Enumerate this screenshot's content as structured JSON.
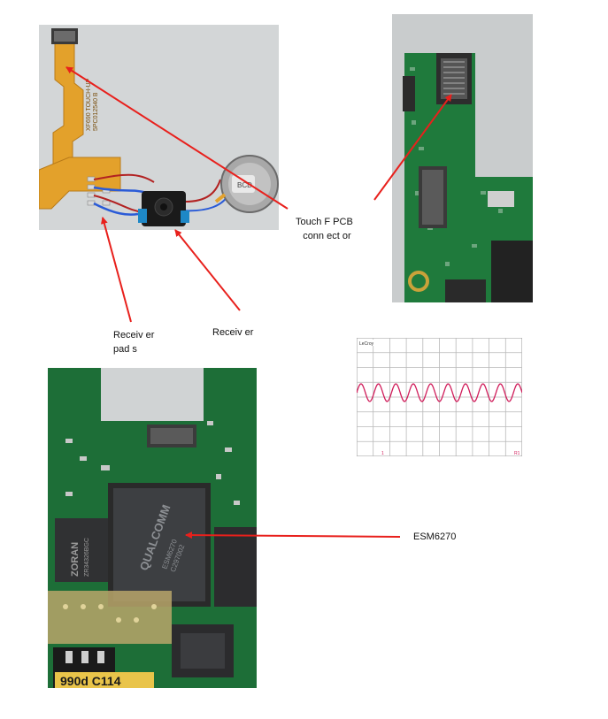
{
  "labels": {
    "touch_connector_line1": "Touch F PCB",
    "touch_connector_line2": "conn ect or",
    "receiver_pads_line1": "Receiv er",
    "receiver_pads_line2": "pad s",
    "receiver": "Receiv er",
    "esm": "ESM6270"
  },
  "photo_text": {
    "flex_print_1": "XF690 TOUCH-UP",
    "flex_print_2": "5PC012540 B",
    "speaker_label": "BCD",
    "chip_brand": "QUALCOMM",
    "chip_model": "ESM6270",
    "chip_code": "C297002",
    "zoran_brand": "ZORAN",
    "zoran_code": "ZR34326BGC",
    "bottom_board_text": "990d  C114"
  },
  "scope": {
    "brand": "LeCroy",
    "marker_left": "1",
    "marker_right": "R1"
  },
  "colors": {
    "arrow": "#e8201c",
    "pcb_green": "#1f7a3c",
    "flex_orange": "#e3a12b",
    "waveform": "#d01c5a"
  }
}
